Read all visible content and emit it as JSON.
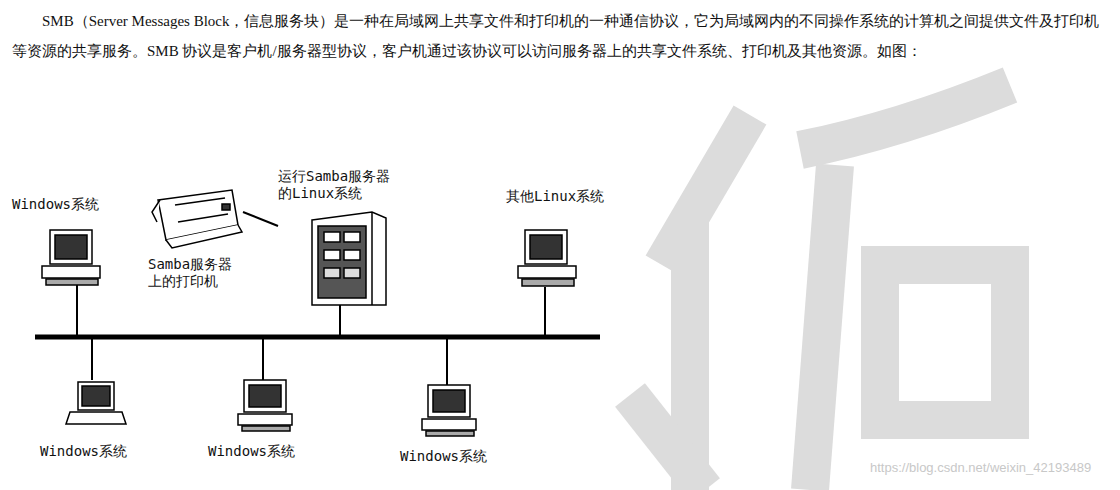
{
  "diagram": {
    "nodes": [
      {
        "text": [
          "Windows系统"
        ]
      },
      {
        "text": [
          "Samba服务器上的打印机"
        ]
      },
      {
        "text": [
          "运行Samba服务器的Linux系统"
        ]
      },
      {
        "text": [
          "其他Linux系统"
        ]
      },
      {
        "text": [
          "Windows系统"
        ]
      },
      {
        "text": [
          "Windows系统"
        ]
      },
      {
        "text": [
          "Windows系统"
        ]
      }
    ],
    "edges": [
      {
        "from": 1,
        "to": 2,
        "arrow": "none"
      }
    ],
    "labels": [
      "SMB（Server Messages Block，信息服务块）是一种在局域网上共享文件和打印机的一种通信协议，它为局域网内的不同操作系统的计算机之间提供文件及打印机等资源的共享服务。SMB 协议是客户机/服务器型协议，客户机通过该协议可以访问服务器上的共享文件系统、打印机及其他资源。如图：",
      "https://blog.csdn.net/weixin_42193489"
    ]
  }
}
